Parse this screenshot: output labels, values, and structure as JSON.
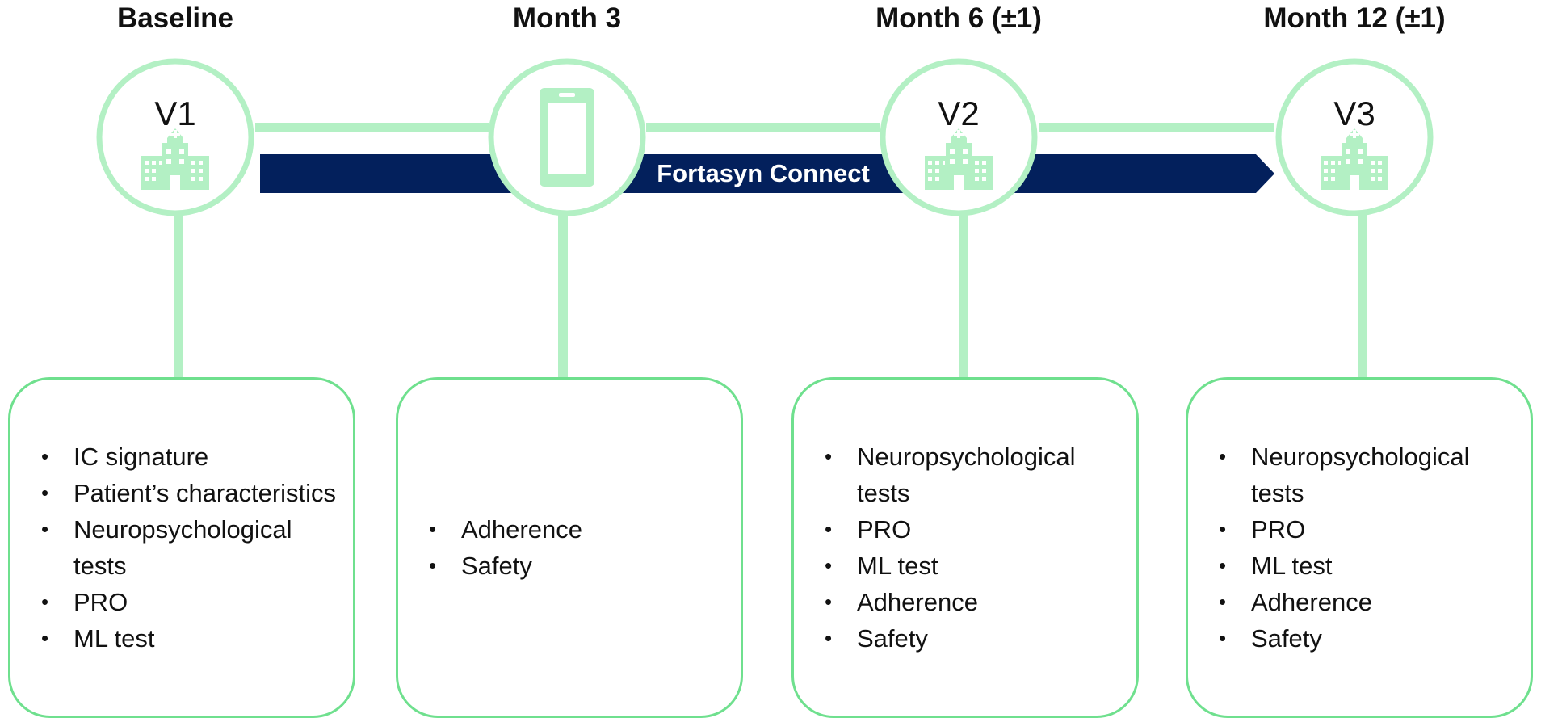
{
  "colors": {
    "connector": "#b3f0c4",
    "box_border": "#6fe08e",
    "arrow": "#03205c",
    "icon": "#b3f0c4"
  },
  "timepoints": [
    {
      "header": "Baseline",
      "visit": "V1",
      "icon": "hospital-icon",
      "items": [
        "IC signature",
        "Patient’s characteristics",
        "Neuropsychological tests",
        "PRO",
        "ML test"
      ]
    },
    {
      "header": "Month 3",
      "visit": "",
      "icon": "smartphone-icon",
      "items": [
        "Adherence",
        "Safety"
      ]
    },
    {
      "header": "Month 6 (±1)",
      "visit": "V2",
      "icon": "hospital-icon",
      "items": [
        "Neuropsychological tests",
        "PRO",
        "ML test",
        "Adherence",
        "Safety"
      ]
    },
    {
      "header": "Month 12 (±1)",
      "visit": "V3",
      "icon": "hospital-icon",
      "items": [
        "Neuropsychological tests",
        "PRO",
        "ML test",
        "Adherence",
        "Safety"
      ]
    }
  ],
  "arrow": {
    "label": "Fortasyn Connect"
  }
}
